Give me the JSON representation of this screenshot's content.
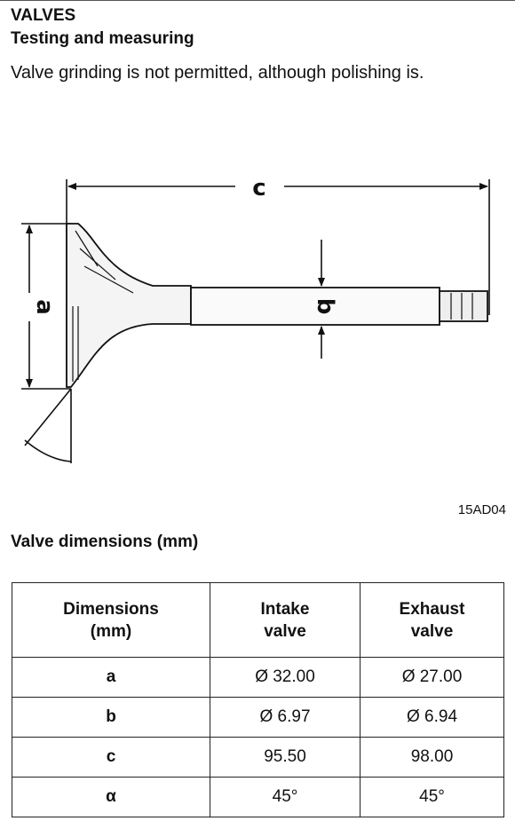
{
  "header": {
    "title": "VALVES",
    "subtitle": "Testing and measuring"
  },
  "intro_text": "Valve grinding is not permitted, although polishing is.",
  "figure": {
    "labels": {
      "a": "a",
      "b": "b",
      "c": "c"
    },
    "code": "15AD04"
  },
  "table": {
    "title": "Valve dimensions (mm)",
    "headers": [
      [
        "Dimensions",
        "(mm)"
      ],
      [
        "Intake",
        "valve"
      ],
      [
        "Exhaust",
        "valve"
      ]
    ],
    "rows": [
      [
        "a",
        "Ø 32.00",
        "Ø 27.00"
      ],
      [
        "b",
        "Ø 6.97",
        "Ø 6.94"
      ],
      [
        "c",
        "95.50",
        "98.00"
      ],
      [
        "α",
        "45°",
        "45°"
      ]
    ]
  }
}
